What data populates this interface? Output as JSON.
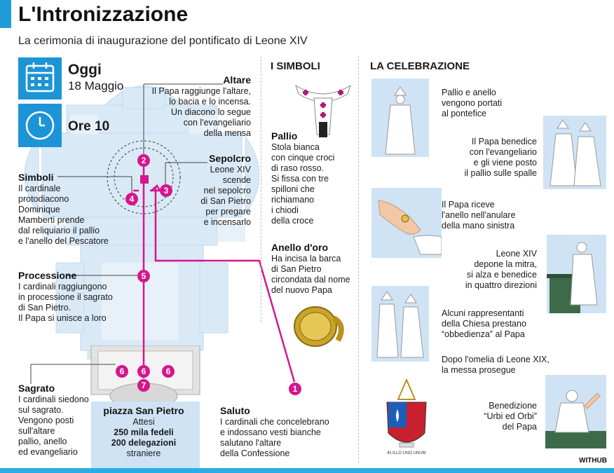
{
  "header": {
    "title": "L'Intronizzazione",
    "subtitle": "La cerimonia di inaugurazione del pontificato di Leone XIV"
  },
  "date": {
    "label": "Oggi",
    "value": "18 Maggio",
    "time": "Ore 10"
  },
  "map": {
    "altare": {
      "title": "Altare",
      "text": "Il Papa raggiunge l'altare,\nlo bacia e lo incensa.\nUn diacono lo segue\ncon l'evangeliario\ndella mensa"
    },
    "sepolcro": {
      "title": "Sepolcro",
      "text": "Leone XIV\nscende\nnel sepolcro\ndi San Pietro\nper pregare\ne incensarlo"
    },
    "simboli": {
      "title": "Simboli",
      "text": "Il cardinale\nprotodiacono\nDominique\nMamberti prende\ndal reliquiario il pallio\ne l'anello del Pescatore"
    },
    "processione": {
      "title": "Processione",
      "text": "I cardinali raggiungono\nin processione il sagrato\ndi San Pietro.\nIl Papa si unisce a loro"
    },
    "sagrato": {
      "title": "Sagrato",
      "text": "I cardinali siedono\nsul sagrato.\nVengono posti\nsull'altare\npallio, anello\ned evangeliario"
    },
    "piazza": {
      "title": "piazza San Pietro",
      "line1": "Attesi",
      "line2": "250 mila fedeli",
      "line3": "200 delegazioni",
      "line4": "straniere"
    },
    "saluto": {
      "title": "Saluto",
      "text": "I cardinali che concelebrano\ne indossano vesti bianche\nsalutano l'altare\ndella Confessione"
    },
    "markers": [
      "1",
      "2",
      "3",
      "4",
      "5",
      "6",
      "6",
      "6",
      "7"
    ]
  },
  "simboli_col": {
    "heading": "I SIMBOLI",
    "pallio": {
      "title": "Pallio",
      "text": "Stola bianca\ncon cinque croci\ndi raso rosso.\nSi fissa con tre\nspilloni che\nrichiamano\ni chiodi\ndella croce"
    },
    "anello": {
      "title": "Anello d'oro",
      "text": "Ha incisa la barca\ndi San Pietro\ncircondata dal nome\ndel nuovo Papa"
    }
  },
  "celebrazione": {
    "heading": "LA CELEBRAZIONE",
    "steps": [
      "Pallio e anello\nvengono portati\nal pontefice",
      "Il Papa benedice\ncon l'evangeliario\ne gli viene posto\nil pallio sulle spalle",
      "Il Papa riceve\nl'anello nell'anulare\ndella mano sinistra",
      "Leone XIV\ndepone la mitra,\nsi alza e benedice\nin quattro direzioni",
      "Alcuni rappresentanti\ndella Chiesa prestano\n“obbedienza” al Papa",
      "Dopo l'omelia di Leone XIX,\nla messa prosegue",
      "Benedizione\n“Urbi ed Orbi”\ndel Papa"
    ],
    "motto": "IN ILLO UNO UNUM"
  },
  "credit": "WITHUB",
  "colors": {
    "accent": "#d6168c",
    "blue": "#1d94d6",
    "light_blue": "#cfe3f4"
  }
}
